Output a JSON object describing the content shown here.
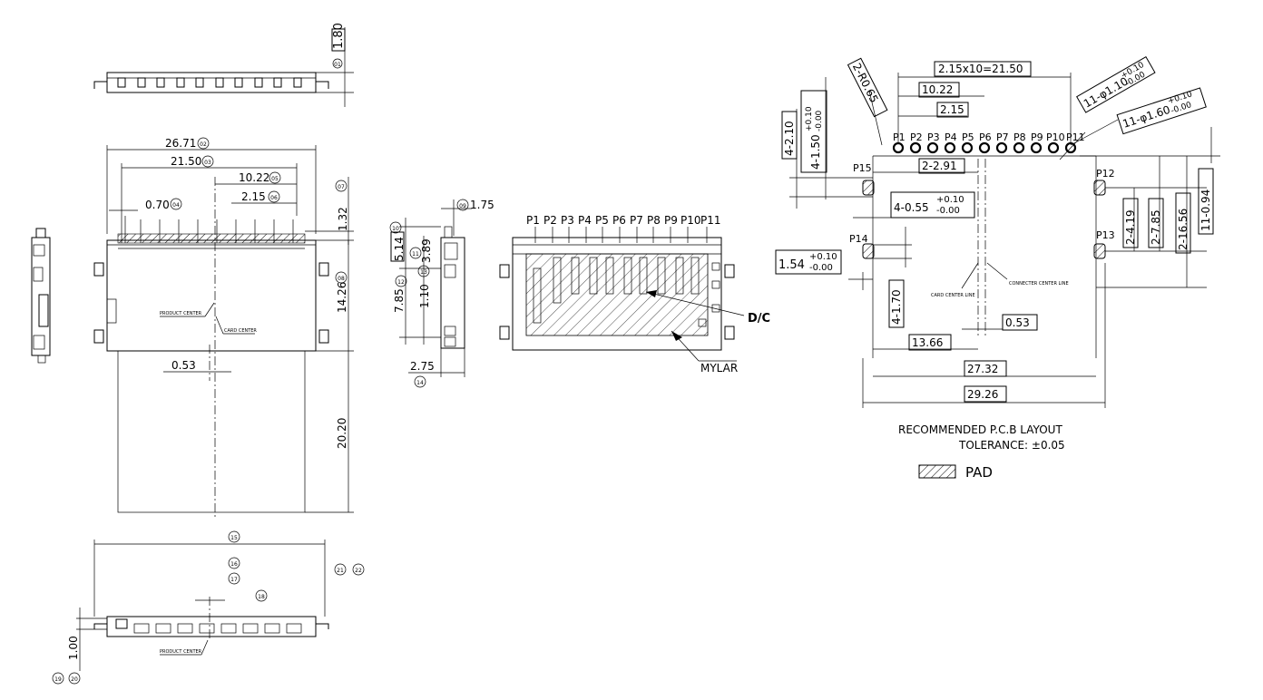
{
  "front_view": {
    "overall_width": "26.71",
    "pitch_span": "21.50",
    "half_span": "10.22",
    "pitch": "2.15",
    "first_offset": "0.70",
    "height_clearance": "1.32",
    "body_depth": "14.26",
    "card_protrusion": "20.20",
    "center_offset": "0.53",
    "product_center": "PRODUCT CENTER",
    "card_center": "CARD CENTER",
    "balloons": [
      "02",
      "03",
      "05",
      "06",
      "04",
      "07",
      "08"
    ]
  },
  "top_view": {
    "thickness": "1.80",
    "balloon": "01"
  },
  "side_view": {
    "pin_height": "1.75",
    "d1": "5.14",
    "d2": "3.89",
    "d3": "7.85",
    "d4": "1.10",
    "d5": "2.75",
    "balloons": [
      "09",
      "10",
      "11",
      "12",
      "13",
      "14"
    ]
  },
  "pin_view": {
    "pins": [
      "P1",
      "P2",
      "P3",
      "P4",
      "P5",
      "P6",
      "P7",
      "P8",
      "P9",
      "P10",
      "P11"
    ],
    "dc_label": "D/C",
    "mylar_label": "MYLAR"
  },
  "bottom_view": {
    "thickness": "1.00",
    "product_center": "PRODUCT CENTER",
    "balloons": [
      "15",
      "16",
      "17",
      "18",
      "19",
      "20",
      "21",
      "22"
    ]
  },
  "pcb_layout": {
    "pitch_total": "2.15x10=21.50",
    "half_span": "10.22",
    "pitch": "2.15",
    "radius": "2-R0.65",
    "hole_small": "11-φ1.10",
    "hole_small_tol_plus": "+0.10",
    "hole_small_tol_minus": "-0.00",
    "hole_large": "11-φ1.60",
    "hole_large_tol_plus": "+0.10",
    "hole_large_tol_minus": "-0.00",
    "slot_width": "4-1.50",
    "slot_tol_plus": "+0.10",
    "slot_tol_minus": "-0.00",
    "dim_2_10": "4-2.10",
    "dim_2_91": "2-2.91",
    "dim_0_55": "4-0.55",
    "dim_0_55_tol_plus": "+0.10",
    "dim_0_55_tol_minus": "-0.00",
    "dim_1_54": "1.54",
    "dim_1_54_tol_plus": "+0.10",
    "dim_1_54_tol_minus": "-0.00",
    "dim_1_70": "4-1.70",
    "dim_4_19": "2-4.19",
    "dim_7_85": "2-7.85",
    "dim_16_56": "2-16.56",
    "dim_0_94": "11-0.94",
    "dim_13_66": "13.66",
    "dim_0_53": "0.53",
    "dim_27_32": "27.32",
    "dim_29_26": "29.26",
    "pins": [
      "P1",
      "P2",
      "P3",
      "P4",
      "P5",
      "P6",
      "P7",
      "P8",
      "P9",
      "P10",
      "P11"
    ],
    "side_pins": [
      "P12",
      "P13",
      "P14",
      "P15"
    ],
    "card_center_line": "CARD CENTER LINE",
    "connector_center_line": "CONNECTER CENTER LINE",
    "title": "RECOMMENDED P.C.B LAYOUT",
    "tolerance": "TOLERANCE: ±0.05",
    "legend": "PAD"
  }
}
